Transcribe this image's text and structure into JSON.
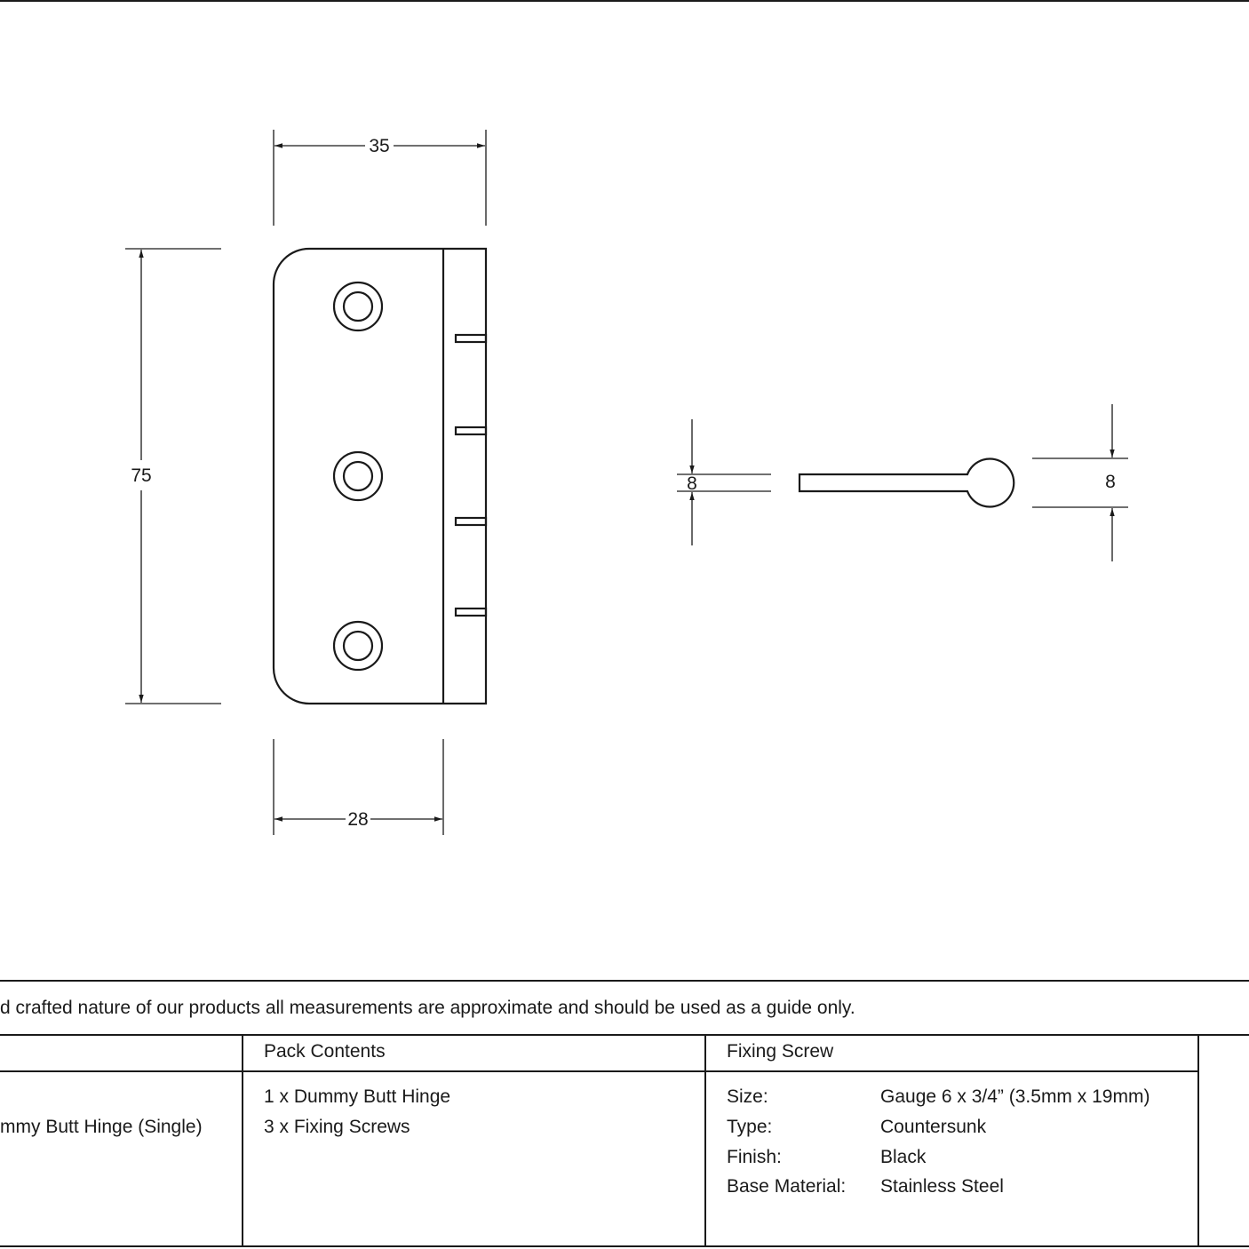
{
  "dimensions": {
    "width_top": "35",
    "height_left": "75",
    "leaf_width_bottom": "28",
    "thickness_left": "8",
    "knuckle_right": "8"
  },
  "notice": "d crafted nature of our products all measurements are approximate and should be used as a guide only.",
  "table": {
    "product_name": "mmy Butt Hinge (Single)",
    "pack_contents_header": "Pack Contents",
    "pack_contents": [
      "1 x Dummy Butt Hinge",
      "3 x Fixing Screws"
    ],
    "fixing_screw_header": "Fixing Screw",
    "fixing_screw_rows": [
      {
        "label": "Size:",
        "value": "Gauge 6 x 3/4” (3.5mm x 19mm)"
      },
      {
        "label": "Type:",
        "value": "Countersunk"
      },
      {
        "label": "Finish:",
        "value": "Black"
      },
      {
        "label": "Base Material:",
        "value": "Stainless Steel"
      }
    ]
  }
}
